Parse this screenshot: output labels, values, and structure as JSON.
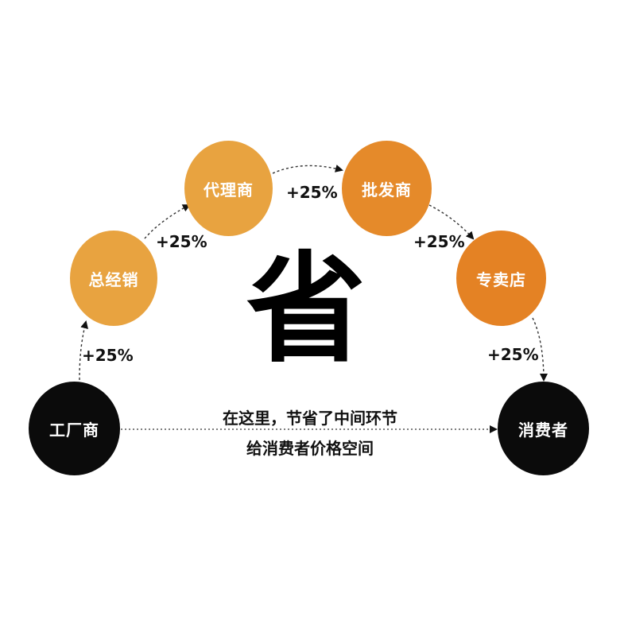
{
  "center_char": "省",
  "nodes": {
    "factory": "工厂商",
    "general_distributor": "总经销",
    "agent": "代理商",
    "wholesaler": "批发商",
    "store": "专卖店",
    "consumer": "消费者"
  },
  "markups": {
    "factory_to_general": "+25%",
    "general_to_agent": "+25%",
    "agent_to_wholesaler": "+25%",
    "wholesaler_to_store": "+25%",
    "store_to_consumer": "+25%"
  },
  "note": {
    "line1": "在这里，节省了中间环节",
    "line2": "给消费者价格空间"
  },
  "colors": {
    "orange_light": "#e8a340",
    "orange_dark": "#e07820",
    "black": "#0b0b0b"
  }
}
